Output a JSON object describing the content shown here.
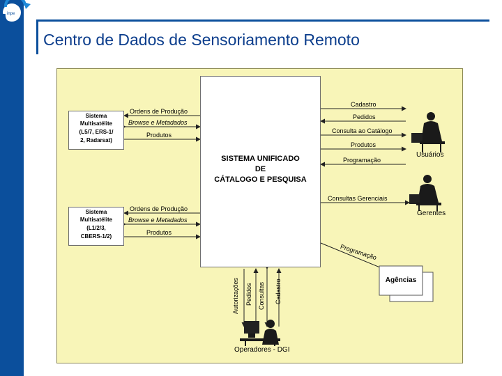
{
  "slide": {
    "title": "Centro de Dados de Sensoriamento Remoto",
    "logo_text": "INPE"
  },
  "diagram": {
    "central_box": {
      "line1": "SISTEMA UNIFICADO",
      "line2": "DE",
      "line3": "CÁTALOGO E PESQUISA"
    },
    "satellite_1": {
      "line1": "Sistema",
      "line2": "Multisatélite",
      "line3": "(L5/7, ERS-1/",
      "line4": "2, Radarsat)"
    },
    "satellite_2": {
      "line1": "Sistema",
      "line2": "Multisatélite",
      "line3": "(L1/2/3,",
      "line4": "CBERS-1/2)"
    },
    "satellite_flows": {
      "ordens": "Ordens de Produção",
      "browse": "Browse e Metadados",
      "produtos": "Produtos"
    },
    "user_flows": {
      "cadastro": "Cadastro",
      "pedidos": "Pedidos",
      "consulta": "Consulta ao Catálogo",
      "produtos": "Produtos",
      "programacao": "Programação"
    },
    "manager_flow": "Consultas Gerenciais",
    "agency_flow": "Programação",
    "operator_flows": {
      "autorizacoes": "Autorizações",
      "pedidos": "Pedidos",
      "consultas": "Consultas",
      "cadastro": "Cadastro"
    },
    "actors": {
      "usuarios": "Usuários",
      "gerentes": "Gerentes",
      "agencias": "Agências",
      "operadores": "Operadores - DGI"
    }
  },
  "colors": {
    "brand_blue": "#0b4f9c",
    "diagram_bg": "#f8f5b8",
    "title_blue": "#0b3d8c"
  }
}
